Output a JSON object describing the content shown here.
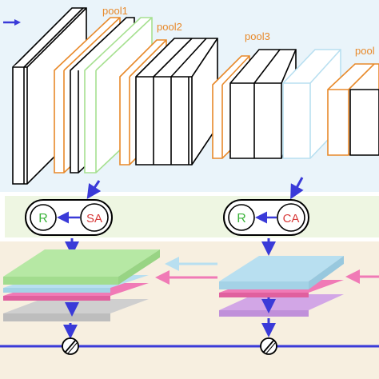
{
  "labels": {
    "pool1": "pool1",
    "pool2": "pool2",
    "pool3": "pool3",
    "pool4": "pool"
  },
  "modules": {
    "left": {
      "r": "R",
      "att": "SA"
    },
    "right": {
      "r": "R",
      "att": "CA"
    }
  },
  "colors": {
    "label_orange": "#e8892a",
    "pool_orange": "#e8892a",
    "arrow_blue": "#3a3ad8",
    "top_band": "#eaf4fa",
    "middle_band": "#eef6e2",
    "bottom_band": "#f7efe0",
    "r_text": "#3cb43c",
    "att_text": "#d83a3a",
    "layer_green": "#b6e8a4",
    "layer_blue": "#b8dff0",
    "layer_pink": "#f07ab6",
    "layer_gray": "#cfcfcf",
    "layer_purple": "#d2a6e6"
  },
  "icons": [
    "arrow-right-icon",
    "arrow-down-icon",
    "circle-slash-icon"
  ]
}
